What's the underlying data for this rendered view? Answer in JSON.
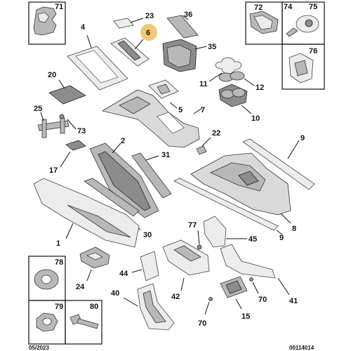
{
  "callouts": {
    "c1": "1",
    "c2": "2",
    "c4": "4",
    "c5": "5",
    "c6": "6",
    "c7": "7",
    "c8": "8",
    "c9a": "9",
    "c9b": "9",
    "c10": "10",
    "c11": "11",
    "c12": "12",
    "c15": "15",
    "c17": "17",
    "c20": "20",
    "c22": "22",
    "c23": "23",
    "c24": "24",
    "c25": "25",
    "c30": "30",
    "c31": "31",
    "c35": "35",
    "c36": "36",
    "c40": "40",
    "c41": "41",
    "c42": "42",
    "c44": "44",
    "c45": "45",
    "c70a": "70",
    "c70b": "70",
    "c71": "71",
    "c72": "72",
    "c73": "73",
    "c74": "74",
    "c75": "75",
    "c76": "76",
    "c77": "77",
    "c78": "78",
    "c79": "79",
    "c80": "80"
  },
  "footer": {
    "date": "05/2023",
    "reference": "00114014"
  },
  "highlight_color": "#f2c877"
}
